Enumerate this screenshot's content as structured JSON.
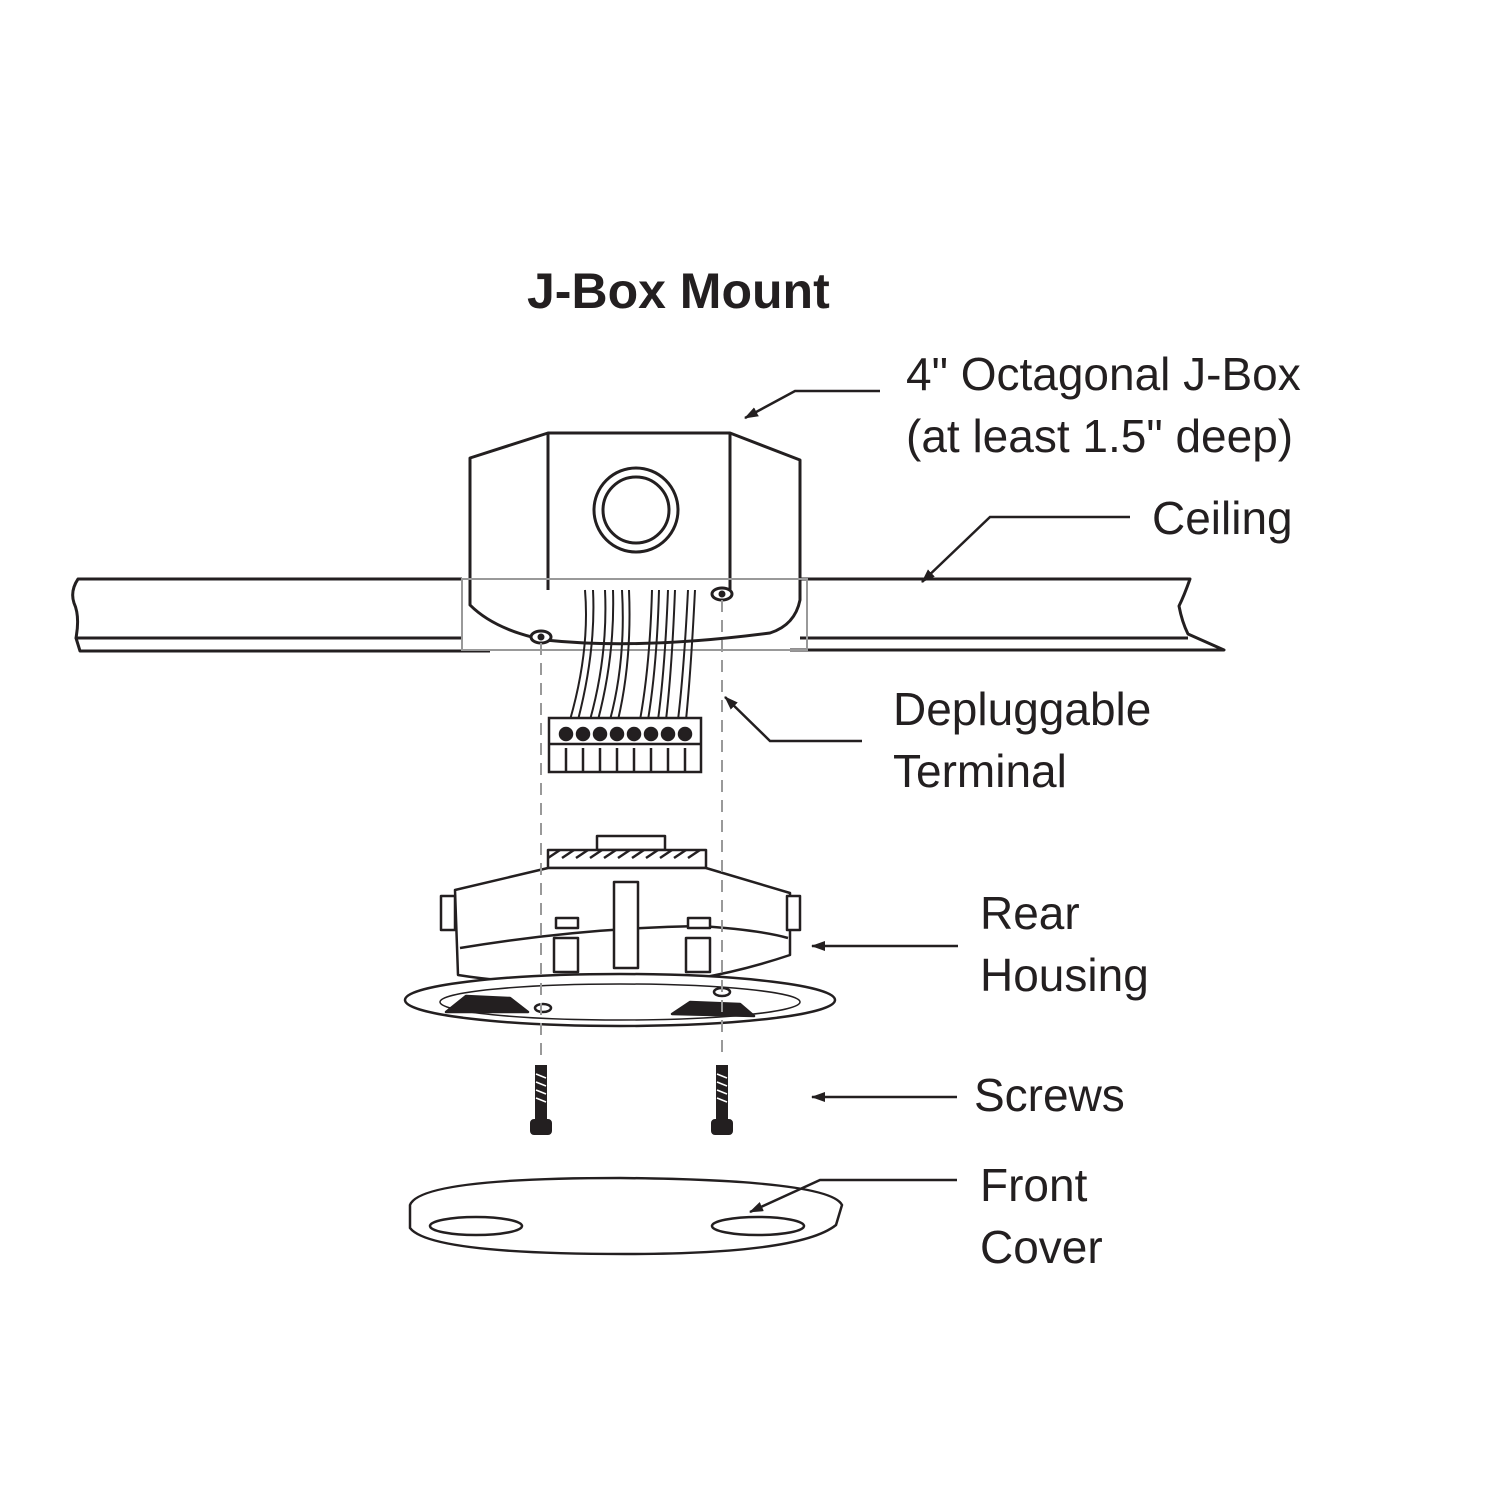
{
  "title": "J-Box Mount",
  "colors": {
    "ink": "#231f20",
    "guide": "#999999",
    "background": "#ffffff"
  },
  "labels": {
    "jbox": {
      "line1": "4\" Octagonal J-Box",
      "line2": "(at least 1.5\" deep)"
    },
    "ceiling": "Ceiling",
    "terminal": {
      "line1": "Depluggable",
      "line2": "Terminal"
    },
    "rear_housing": {
      "line1": "Rear",
      "line2": "Housing"
    },
    "screws": "Screws",
    "front_cover": {
      "line1": "Front",
      "line2": "Cover"
    }
  }
}
